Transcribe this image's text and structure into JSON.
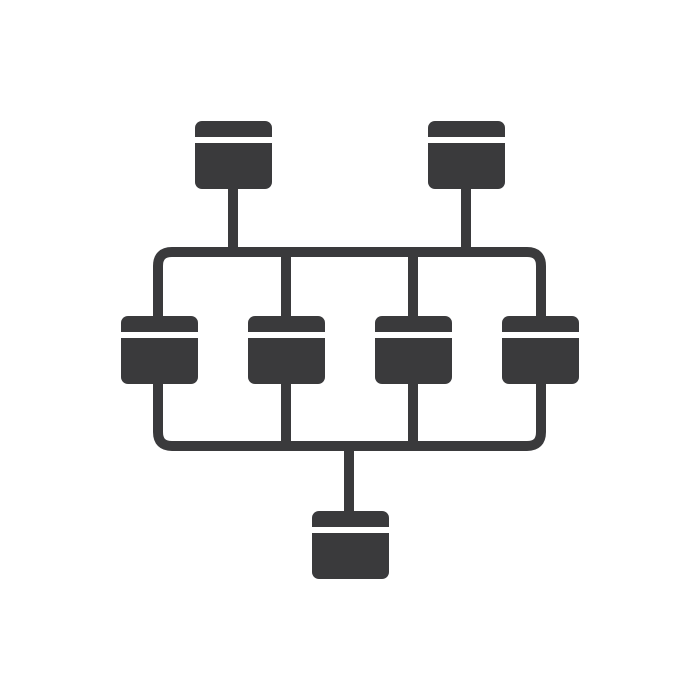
{
  "diagram": {
    "icon": "network-hierarchy-icon",
    "colors": {
      "background": "#ffffff",
      "ink": "#3a3a3c",
      "gap": "#ffffff"
    },
    "nodes": [
      {
        "id": "top-left",
        "tier": "top"
      },
      {
        "id": "top-right",
        "tier": "top"
      },
      {
        "id": "middle-1",
        "tier": "middle"
      },
      {
        "id": "middle-2",
        "tier": "middle"
      },
      {
        "id": "middle-3",
        "tier": "middle"
      },
      {
        "id": "middle-4",
        "tier": "middle"
      },
      {
        "id": "bottom",
        "tier": "bottom"
      }
    ],
    "edges": [
      {
        "from": "top-left",
        "to": "upper-bus"
      },
      {
        "from": "top-right",
        "to": "upper-bus"
      },
      {
        "from": "upper-bus",
        "to": "middle-1"
      },
      {
        "from": "upper-bus",
        "to": "middle-2"
      },
      {
        "from": "upper-bus",
        "to": "middle-3"
      },
      {
        "from": "upper-bus",
        "to": "middle-4"
      },
      {
        "from": "middle-1",
        "to": "lower-bus"
      },
      {
        "from": "middle-2",
        "to": "lower-bus"
      },
      {
        "from": "middle-3",
        "to": "lower-bus"
      },
      {
        "from": "middle-4",
        "to": "lower-bus"
      },
      {
        "from": "lower-bus",
        "to": "bottom"
      }
    ]
  }
}
